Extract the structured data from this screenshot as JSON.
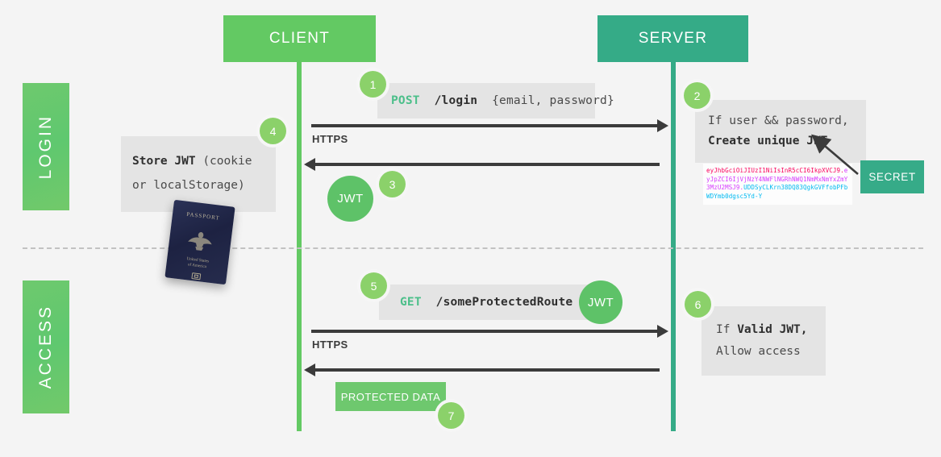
{
  "phases": [
    {
      "label": "LOGIN"
    },
    {
      "label": "ACCESS"
    }
  ],
  "actors": {
    "client": "CLIENT",
    "server": "SERVER"
  },
  "transport": {
    "login_label": "HTTPS",
    "access_label": "HTTPS"
  },
  "steps": {
    "one": "1",
    "two": "2",
    "three": "3",
    "four": "4",
    "five": "5",
    "six": "6",
    "seven": "7"
  },
  "messages": {
    "login_request": {
      "verb": "POST",
      "path": "/login",
      "body": "{email, password}"
    },
    "server_create": {
      "line1": "If user && password,",
      "line2": "Create unique JWT"
    },
    "jwt_badge_client": "JWT",
    "store_jwt": {
      "bold": "Store JWT",
      "rest": "(cookie",
      "line2": "or localStorage)"
    },
    "access_request": {
      "verb": "GET",
      "path": "/someProtectedRoute"
    },
    "jwt_badge_request": "JWT",
    "server_validate": {
      "prefix": "If ",
      "bold": "Valid JWT,",
      "line2": "Allow access"
    },
    "protected_data": "PROTECTED DATA"
  },
  "secret": {
    "label": "SECRET"
  },
  "token": {
    "header": "eyJhbGciOiJIUzI1NiIsInR5cCI6IkpXVCJ9",
    "payload": "eyJpZCI6IjVjNzY4NWFlNGRhNWQ1NmMxNmYxZmY3MzU2MSJ9",
    "signature": "UDDSyCLKrn38DQ83QgkGVFfobPFbWDYmb0dgsc5Yd-Y",
    "dot": "."
  },
  "passport": {
    "title": "PASSPORT",
    "country": "United States\nof America",
    "icon": "passport-emblem-icon"
  },
  "colors": {
    "client_green": "#63c963",
    "server_teal": "#35ab87",
    "step_green": "#8bd16a",
    "note_gray": "#e4e4e4",
    "arrow_dark": "#3b3b3b",
    "token_header": "#fb015b",
    "token_payload": "#d63aff",
    "token_signature": "#00b9f1"
  }
}
